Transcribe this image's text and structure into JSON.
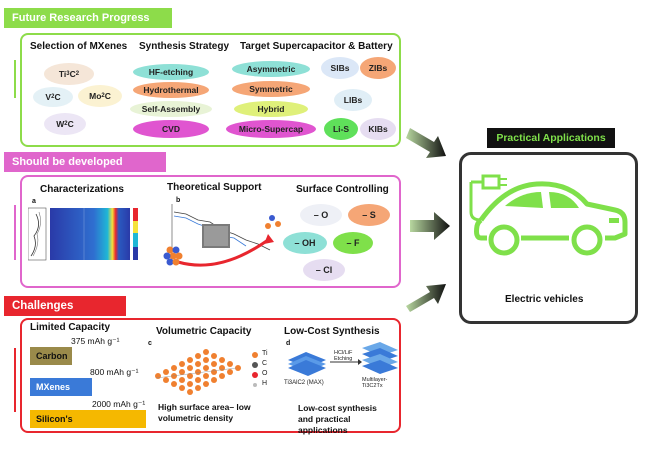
{
  "sections": {
    "future": {
      "header": "Future Research Progress",
      "header_color": "#8ddc4a",
      "border_color": "#8ddc4a",
      "col1_title": "Selection of MXenes",
      "col2_title": "Synthesis Strategy",
      "col3_title": "Target Supercapacitor & Battery",
      "mxenes": [
        "Ti3C2",
        "V2C",
        "Mo2C",
        "W2C"
      ],
      "synthesis": [
        "HF-etching",
        "Hydrothermal",
        "Self-Assembly",
        "CVD"
      ],
      "supercap": [
        "Asymmetric",
        "Symmetric",
        "Hybrid",
        "Micro-Supercap"
      ],
      "battery": [
        "SIBs",
        "ZIBs",
        "LIBs",
        "Li-S",
        "KIBs"
      ]
    },
    "develop": {
      "header": "Should be developed",
      "header_color": "#e066cc",
      "border_color": "#e066cc",
      "col1_title": "Characterizations",
      "col2_title": "Theoretical Support",
      "col3_title": "Surface Controlling",
      "panel_a": "a",
      "panel_b": "b",
      "terminations": [
        "– O",
        "– S",
        "– OH",
        "– F",
        "– Cl"
      ]
    },
    "challenges": {
      "header": "Challenges",
      "header_color": "#e8262e",
      "border_color": "#e8262e",
      "col1_title": "Limited Capacity",
      "col2_title": "Volumetric Capacity",
      "col3_title": "Low-Cost Synthesis",
      "capacities": [
        {
          "material": "Carbon",
          "value": "375 mAh g⁻¹",
          "color": "#9a8a4a"
        },
        {
          "material": "MXenes",
          "value": "800 mAh g⁻¹",
          "color": "#3a7ad8"
        },
        {
          "material": "Silicon's",
          "value": "2000 mAh g⁻¹",
          "color": "#f5b800"
        }
      ],
      "panel_c": "c",
      "panel_d": "d",
      "legend": [
        "Ti",
        "C",
        "O",
        "H"
      ],
      "vol_caption": "High surface area– low volumetric density",
      "synth_labels": {
        "max": "Ti3AlC2 (MAX)",
        "etch": "HCl/LiF Etching",
        "multi": "Multilayer-Ti3C2Tx"
      },
      "cost_caption": "Low-cost synthesis and practical applications"
    }
  },
  "practical": {
    "header": "Practical Applications",
    "caption": "Electric vehicles"
  }
}
